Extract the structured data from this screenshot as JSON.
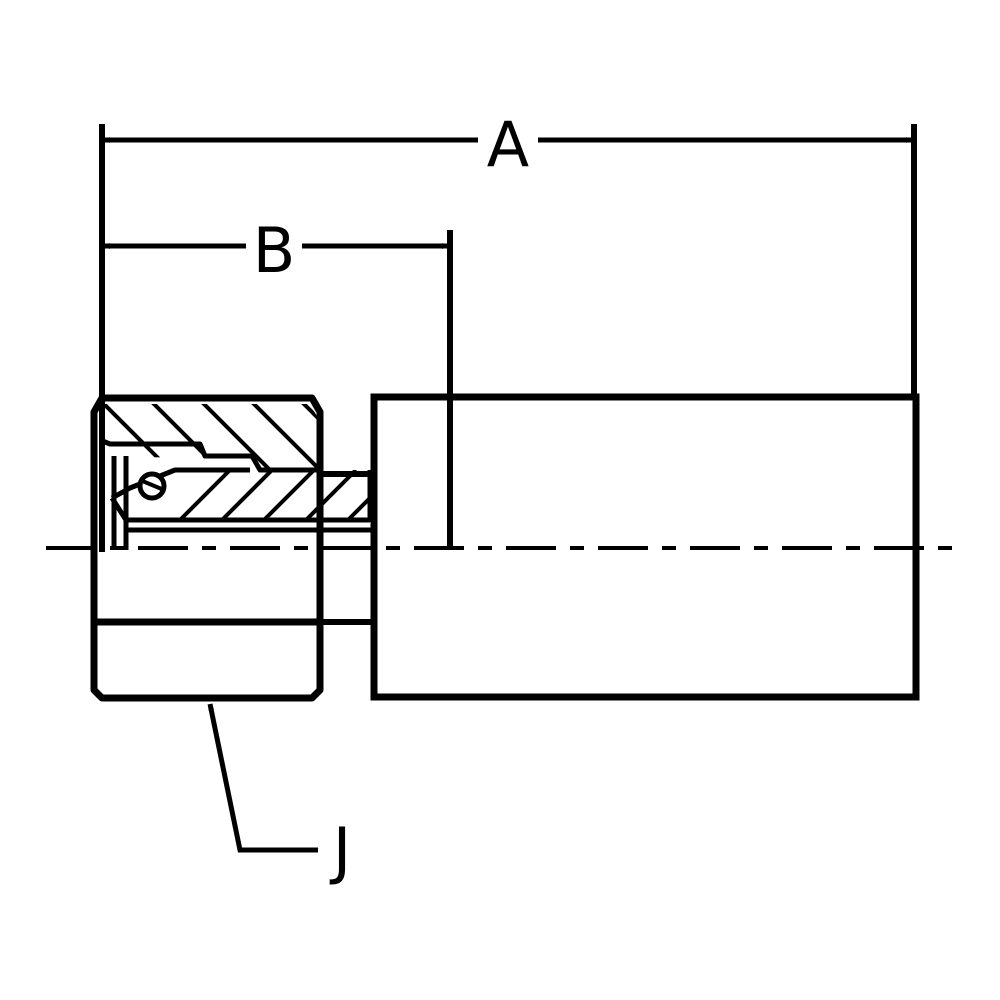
{
  "diagram": {
    "labels": {
      "dim_a": "A",
      "dim_b": "B",
      "callout_j": "J"
    },
    "colors": {
      "line": "#000000",
      "background": "#ffffff"
    }
  }
}
